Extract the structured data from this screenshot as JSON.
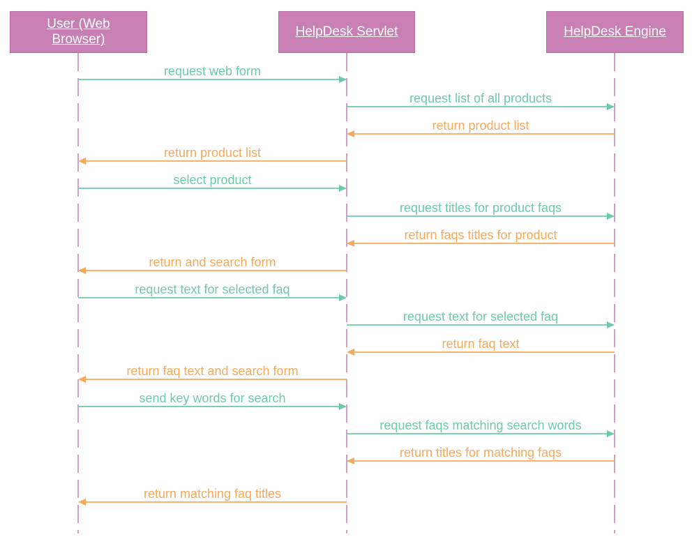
{
  "actors": [
    {
      "id": "user",
      "label": "User (Web Browser)"
    },
    {
      "id": "servlet",
      "label": "HelpDesk Servlet"
    },
    {
      "id": "engine",
      "label": "HelpDesk Engine"
    }
  ],
  "colors": {
    "actor_fill": "#c87fb3",
    "lifeline": "#c87fb3",
    "request": "#6dcaa6",
    "response": "#f5a95a",
    "actor_text": "#ffffff"
  },
  "messages": [
    {
      "from": "user",
      "to": "servlet",
      "kind": "request",
      "label": "request web form"
    },
    {
      "from": "servlet",
      "to": "engine",
      "kind": "request",
      "label": "request list of all products"
    },
    {
      "from": "engine",
      "to": "servlet",
      "kind": "response",
      "label": "return product list"
    },
    {
      "from": "servlet",
      "to": "user",
      "kind": "response",
      "label": "return product list"
    },
    {
      "from": "user",
      "to": "servlet",
      "kind": "request",
      "label": "select product"
    },
    {
      "from": "servlet",
      "to": "engine",
      "kind": "request",
      "label": "request titles for product faqs"
    },
    {
      "from": "engine",
      "to": "servlet",
      "kind": "response",
      "label": "return faqs titles for product"
    },
    {
      "from": "servlet",
      "to": "user",
      "kind": "response",
      "label": "return and search form"
    },
    {
      "from": "user",
      "to": "servlet",
      "kind": "request",
      "label": "request text for selected faq"
    },
    {
      "from": "servlet",
      "to": "engine",
      "kind": "request",
      "label": "request text for selected faq"
    },
    {
      "from": "engine",
      "to": "servlet",
      "kind": "response",
      "label": "return faq text"
    },
    {
      "from": "servlet",
      "to": "user",
      "kind": "response",
      "label": "return faq text and search form"
    },
    {
      "from": "user",
      "to": "servlet",
      "kind": "request",
      "label": "send key words for search"
    },
    {
      "from": "servlet",
      "to": "engine",
      "kind": "request",
      "label": "request faqs matching search words"
    },
    {
      "from": "engine",
      "to": "servlet",
      "kind": "response",
      "label": "return titles for matching faqs"
    },
    {
      "from": "servlet",
      "to": "user",
      "kind": "response",
      "label": "return matching faq titles"
    }
  ]
}
